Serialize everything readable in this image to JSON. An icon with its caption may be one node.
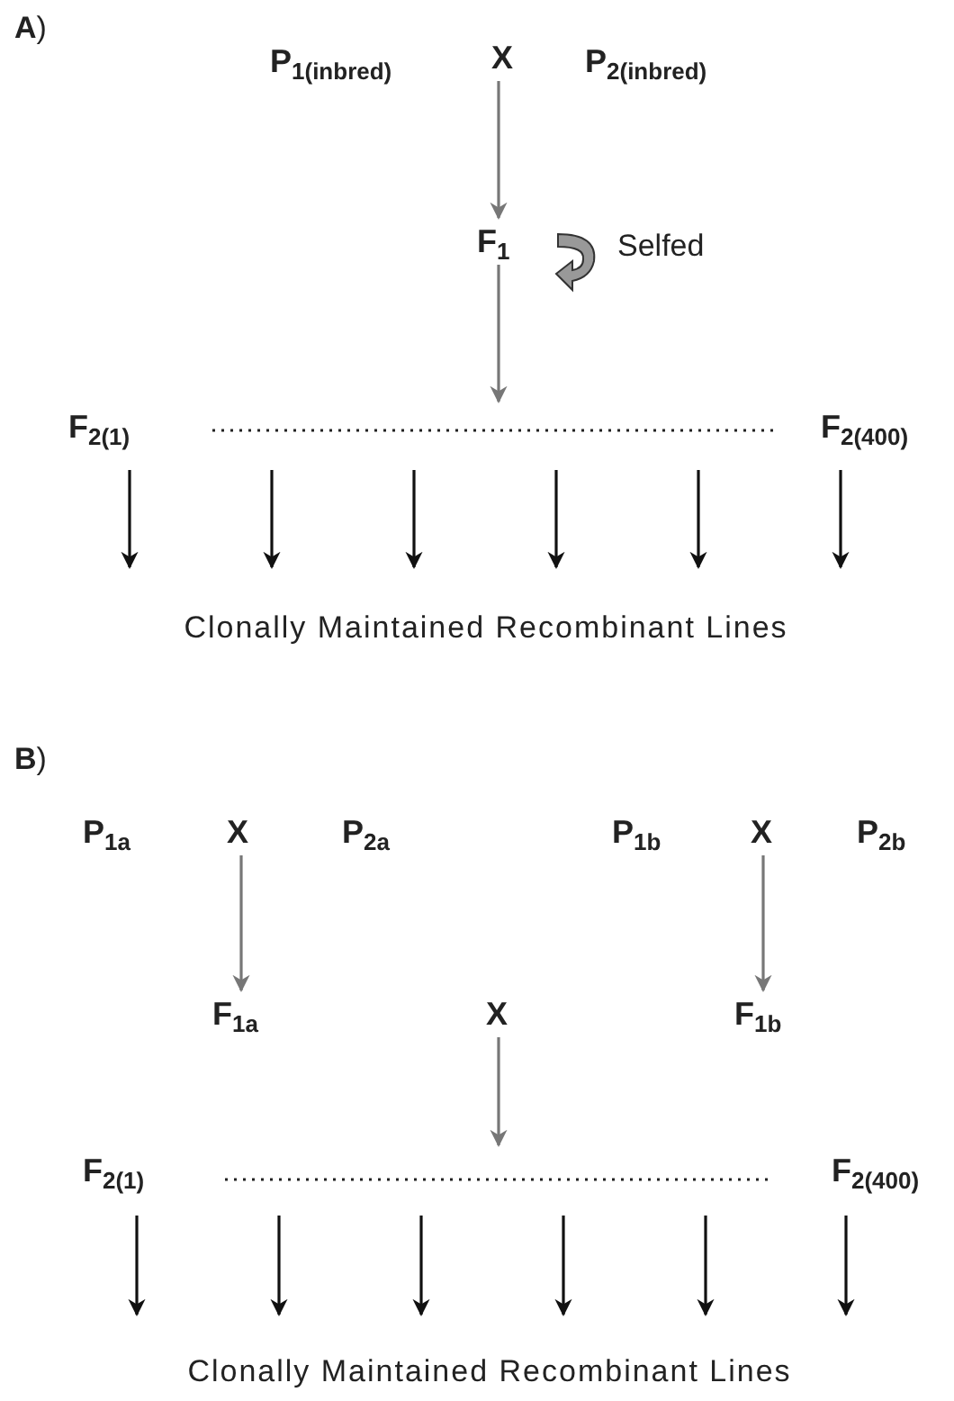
{
  "diagram": {
    "nodes": [
      {
        "text": [
          "X"
        ]
      },
      {
        "text": [
          "F$_{1}$"
        ],
        "beside": [
          "Selfed"
        ]
      },
      {
        "text": [
          "F$_{2(1)}$"
        ]
      },
      {
        "text": [
          "F$_{2(400)}$"
        ]
      },
      {
        "text": [
          "Clonally Maintained Recombinant Lines"
        ]
      },
      {
        "text": [
          "X"
        ]
      },
      {
        "text": [
          "X"
        ]
      },
      {
        "text": [
          "F$_{1a}$"
        ]
      },
      {
        "text": [
          "X"
        ]
      },
      {
        "text": [
          "F$_{1b}$"
        ]
      },
      {
        "text": [
          "F$_{2(1)}$"
        ]
      },
      {
        "text": [
          "F$_{2(400)}$"
        ]
      },
      {
        "text": [
          "Clonally Maintained Recombinant Lines"
        ]
      }
    ],
    "edges": [
      {
        "from": 0,
        "to": 1,
        "arrow": "to",
        "color": "#777777"
      },
      {
        "from": 1,
        "to": null,
        "arrow": "to",
        "color": "#777777"
      },
      {
        "from": 2,
        "to": 4,
        "arrow": "to"
      },
      {
        "from": null,
        "to": 4,
        "arrow": "to"
      },
      {
        "from": null,
        "to": 4,
        "arrow": "to"
      },
      {
        "from": null,
        "to": 4,
        "arrow": "to"
      },
      {
        "from": null,
        "to": 4,
        "arrow": "to"
      },
      {
        "from": 3,
        "to": 4,
        "arrow": "to"
      },
      {
        "from": 5,
        "to": 7,
        "arrow": "to",
        "color": "#777777"
      },
      {
        "from": 6,
        "to": 9,
        "arrow": "to",
        "color": "#777777"
      },
      {
        "from": 8,
        "to": null,
        "arrow": "to",
        "color": "#777777"
      },
      {
        "from": 10,
        "to": 12,
        "arrow": "to"
      },
      {
        "from": null,
        "to": 12,
        "arrow": "to"
      },
      {
        "from": null,
        "to": 12,
        "arrow": "to"
      },
      {
        "from": null,
        "to": 12,
        "arrow": "to"
      },
      {
        "from": null,
        "to": 12,
        "arrow": "to"
      },
      {
        "from": 11,
        "to": 12,
        "arrow": "to"
      }
    ],
    "labels": [
      "**A**)",
      "P$_{1(inbred)}$",
      "P$_{2(inbred)}$",
      "**B**)",
      "P$_{1a}$",
      "P$_{2a}$",
      "P$_{1b}$",
      "P$_{2b}$"
    ]
  }
}
